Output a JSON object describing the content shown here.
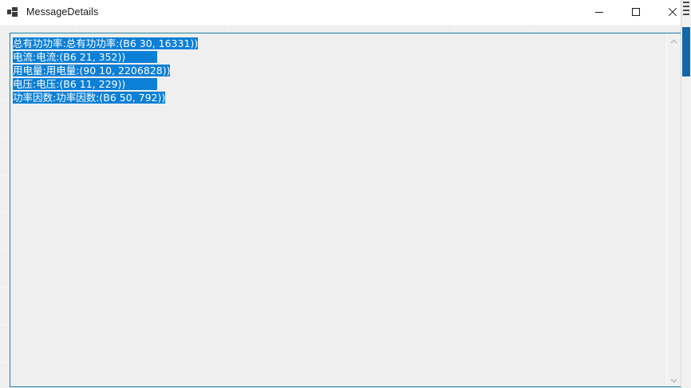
{
  "window": {
    "title": "MessageDetails",
    "icon": "winforms-app-icon",
    "controls": {
      "minimize_label": "Minimize",
      "maximize_label": "Maximize",
      "close_label": "Close"
    }
  },
  "textbox": {
    "name": "message-details-textbox",
    "border_color": "#1a7fa8",
    "background_color": "#efefef",
    "selection_color": "#0c7fd6",
    "selection_text_color": "#ffffff",
    "lines": [
      {
        "text": "总有功功率:总有功功率:(B6 30, 16331))",
        "selected": true,
        "trailing_selected_space": ""
      },
      {
        "text": "电流:电流:(B6 21, 352))",
        "selected": true,
        "trailing_selected_space": "          "
      },
      {
        "text": "用电量:用电量:(90 10, 2206828))",
        "selected": true,
        "trailing_selected_space": ""
      },
      {
        "text": "电压:电压:(B6 11, 229))",
        "selected": true,
        "trailing_selected_space": "          "
      },
      {
        "text": "功率因数:功率因数:(B6 50, 792))",
        "selected": true,
        "trailing_selected_space": ""
      }
    ]
  },
  "scrollbar": {
    "up_arrow": "chevron-up-icon",
    "down_arrow": "chevron-down-icon",
    "thumb_visible": false
  },
  "page_scrollbar": {
    "thumb_color": "#1268ab"
  }
}
